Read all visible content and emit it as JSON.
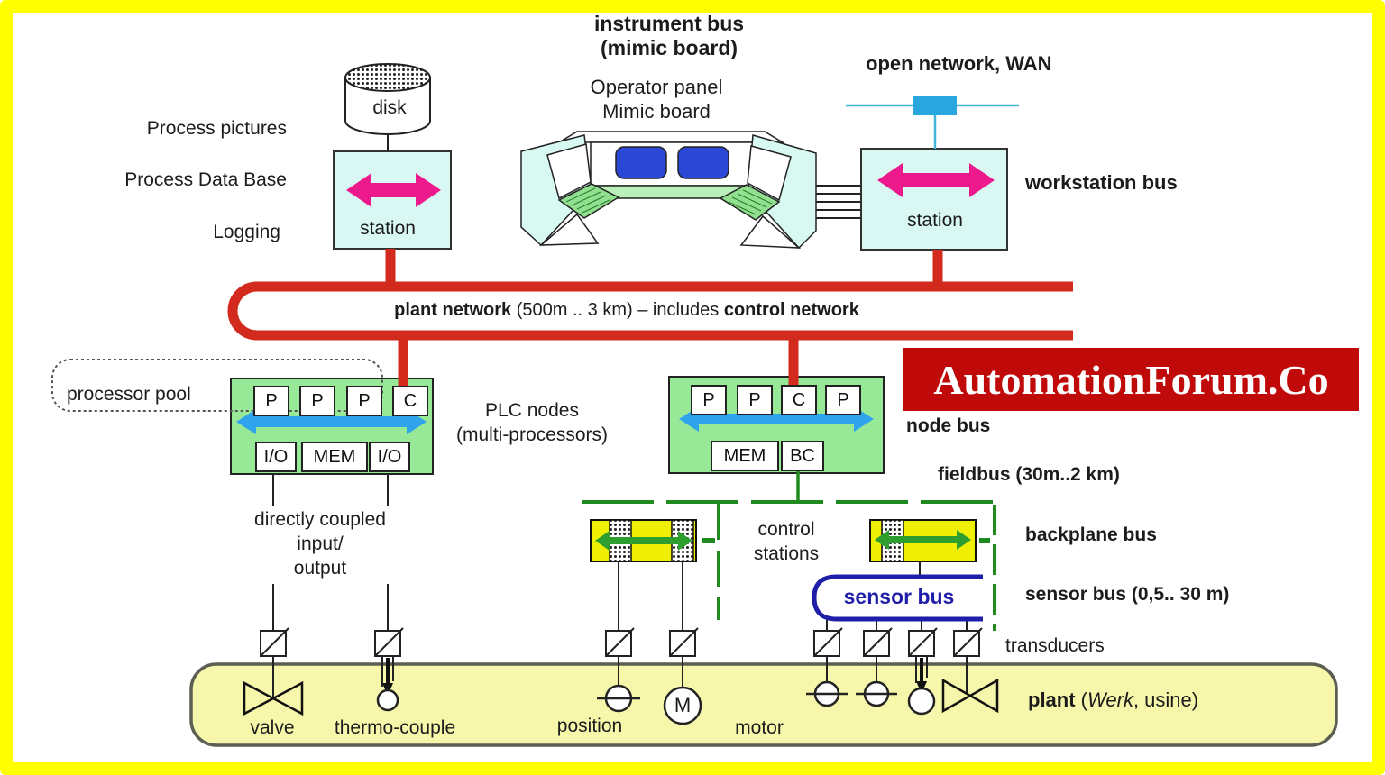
{
  "top": {
    "instrument_bus_line1": "instrument bus",
    "instrument_bus_line2": "(mimic board)",
    "operator_panel_line1": "Operator panel",
    "operator_panel_line2": "Mimic board",
    "open_network": "open network, WAN",
    "workstation_bus": "workstation bus"
  },
  "left_labels": {
    "process_pictures": "Process pictures",
    "process_data_base": "Process Data Base",
    "logging": "Logging"
  },
  "disk_label": "disk",
  "stations": {
    "station1": "station",
    "station2": "station"
  },
  "plant_network": {
    "bold1": "plant network",
    "mid": " (500m .. 3 km) – includes ",
    "bold2": "control network"
  },
  "processor_pool": "processor pool",
  "plc_nodes_label": {
    "line1": "PLC nodes",
    "line2": "(multi-processors)"
  },
  "plc1": {
    "cpu": [
      "P",
      "P",
      "P",
      "C"
    ],
    "bottom": [
      "I/O",
      "MEM",
      "I/O"
    ]
  },
  "plc2": {
    "cpu": [
      "P",
      "P",
      "C",
      "P"
    ],
    "bottom": [
      "MEM",
      "BC"
    ]
  },
  "bus_labels": {
    "node_bus": "node bus",
    "fieldbus": "fieldbus (30m..2 km)",
    "backplane_bus": "backplane bus",
    "sensor_bus_range": "sensor bus (0,5.. 30 m)",
    "transducers": "transducers"
  },
  "control_stations_label": {
    "line1": "control",
    "line2": "stations"
  },
  "sensor_bus_label": "sensor bus",
  "directly_coupled": {
    "line1": "directly coupled",
    "line2": "input/",
    "line3": "output"
  },
  "plant_label": {
    "bold": "plant",
    "pre": " (",
    "italic": "Werk",
    "post": ", usine)"
  },
  "device_labels": {
    "valve": "valve",
    "thermocouple": "thermo-couple",
    "position": "position",
    "motor": "motor",
    "motor_symbol": "M"
  },
  "watermark": {
    "text": "AutomationForum.Co"
  },
  "colors": {
    "frame_yellow": "#ffff00",
    "plant_network_red": "#d32a1e",
    "banner_red": "#c00a0a",
    "station_cyan": "#d9f8f3",
    "pink_arrow": "#ec1a8c",
    "plc_green": "#97e897",
    "blue_arrow": "#2fa3ec",
    "control_station_yellow": "#efef06",
    "green_arrow": "#2e9e2e",
    "fieldbus_green": "#1f8a1f",
    "sensor_bus_blue": "#1e1ea8",
    "plant_fill": "#f7f7ab",
    "screen_blue": "#2b47d6",
    "open_network_cyan": "#45b8d8",
    "open_network_node": "#2aa6de"
  }
}
